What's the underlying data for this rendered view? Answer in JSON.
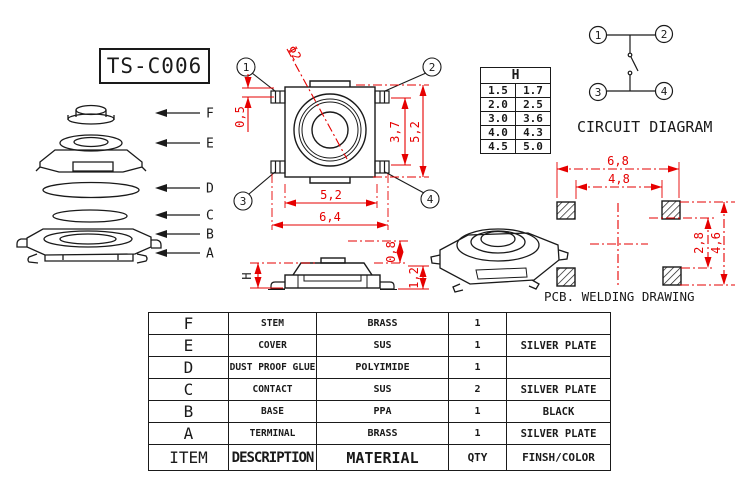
{
  "title": "TS-C006",
  "colors": {
    "line": "#1a1a1a",
    "dim": "#e60000"
  },
  "exploded": {
    "labels": [
      "F",
      "E",
      "D",
      "C",
      "B",
      "A"
    ]
  },
  "top_view": {
    "pins": [
      "1",
      "2",
      "3",
      "4"
    ],
    "dims": {
      "diameter": "Φ2",
      "pin_offset": "0,5",
      "inner_height": "3,7",
      "outer_height": "5,2",
      "inner_width": "5,2",
      "outer_width": "6,4"
    }
  },
  "side_view": {
    "dims": {
      "height": "H",
      "stem_height": "0,8",
      "base_height": "1,2"
    }
  },
  "h_table": {
    "header": "H",
    "rows": [
      [
        "1.5",
        "1.7"
      ],
      [
        "2.0",
        "2.5"
      ],
      [
        "3.0",
        "3.6"
      ],
      [
        "4.0",
        "4.3"
      ],
      [
        "4.5",
        "5.0"
      ]
    ]
  },
  "circuit": {
    "caption": "CIRCUIT DIAGRAM",
    "pins": [
      "1",
      "2",
      "3",
      "4"
    ]
  },
  "pcb": {
    "caption": "PCB. WELDING DRAWING",
    "dims": {
      "outer_width": "6,8",
      "inner_width": "4,8",
      "inner_height": "2,8",
      "outer_height": "4,6"
    }
  },
  "parts_table": {
    "header": {
      "item": "ITEM",
      "description": "DESCRIPTION",
      "material": "MATERIAL",
      "qty": "QTY",
      "finish": "FINSH/COLOR"
    },
    "rows": [
      {
        "item": "F",
        "description": "STEM",
        "material": "BRASS",
        "qty": "1",
        "finish": ""
      },
      {
        "item": "E",
        "description": "COVER",
        "material": "SUS",
        "qty": "1",
        "finish": "SILVER PLATE"
      },
      {
        "item": "D",
        "description": "DUST PROOF GLUE",
        "material": "POLYIMIDE",
        "qty": "1",
        "finish": ""
      },
      {
        "item": "C",
        "description": "CONTACT",
        "material": "SUS",
        "qty": "2",
        "finish": "SILVER PLATE"
      },
      {
        "item": "B",
        "description": "BASE",
        "material": "PPA",
        "qty": "1",
        "finish": "BLACK"
      },
      {
        "item": "A",
        "description": "TERMINAL",
        "material": "BRASS",
        "qty": "1",
        "finish": "SILVER PLATE"
      }
    ]
  }
}
